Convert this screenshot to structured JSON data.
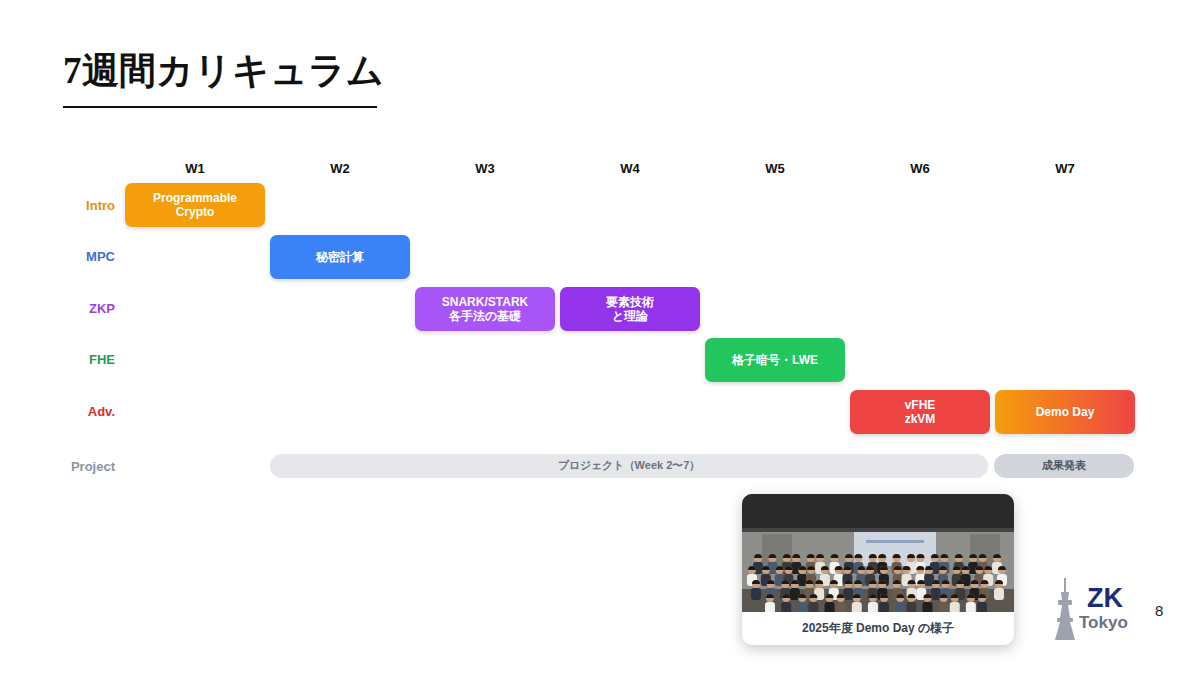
{
  "diagram": {
    "title": "7週間カリキュラム",
    "nodes": [
      {
        "text": [
          "Programmable Crypto"
        ]
      },
      {
        "text": [
          "秘密計算"
        ]
      },
      {
        "text": [
          "SNARK/STARK 各手法の基礎"
        ]
      },
      {
        "text": [
          "要素技術 と理論"
        ]
      },
      {
        "text": [
          "格子暗号・LWE"
        ]
      },
      {
        "text": [
          "vFHE zkVM"
        ]
      },
      {
        "text": [
          "Demo Day"
        ]
      },
      {
        "text": [
          "プロジェクト（Week 2〜7）"
        ]
      },
      {
        "text": [
          "成果発表"
        ]
      },
      {
        "text": [
          "2025年度 Demo Day の様子"
        ]
      }
    ],
    "labels": [
      "W1",
      "W2",
      "W3",
      "W4",
      "W5",
      "W6",
      "W7",
      "Intro",
      "MPC",
      "ZKP",
      "FHE",
      "Adv.",
      "Project",
      "ZK",
      "Tokyo",
      "8"
    ]
  }
}
